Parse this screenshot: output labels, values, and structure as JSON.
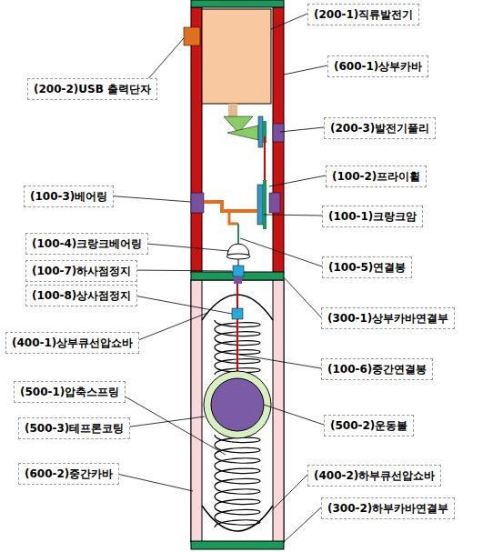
{
  "diagram": {
    "labels": [
      "(200-1)직류발전기",
      "(200-2)USB 출력단자",
      "(600-1)상부카바",
      "(200-3)발전기풀리",
      "(100-3)베어링",
      "(100-2)프라이휠",
      "(100-1)크랑크암",
      "(100-4)크랑크베어링",
      "(100-7)하사점정지",
      "(100-5)연결봉",
      "(100-8)상사점정지",
      "(300-1)상부카바연결부",
      "(400-1)상부큐선압쇼바",
      "(100-6)중간연결봉",
      "(500-1)압축스프링",
      "(500-2)운동볼",
      "(500-3)테프론코팅",
      "(400-2)하부큐선압쇼바",
      "(600-2)중간카바",
      "(300-2)하부카바연결부"
    ]
  }
}
